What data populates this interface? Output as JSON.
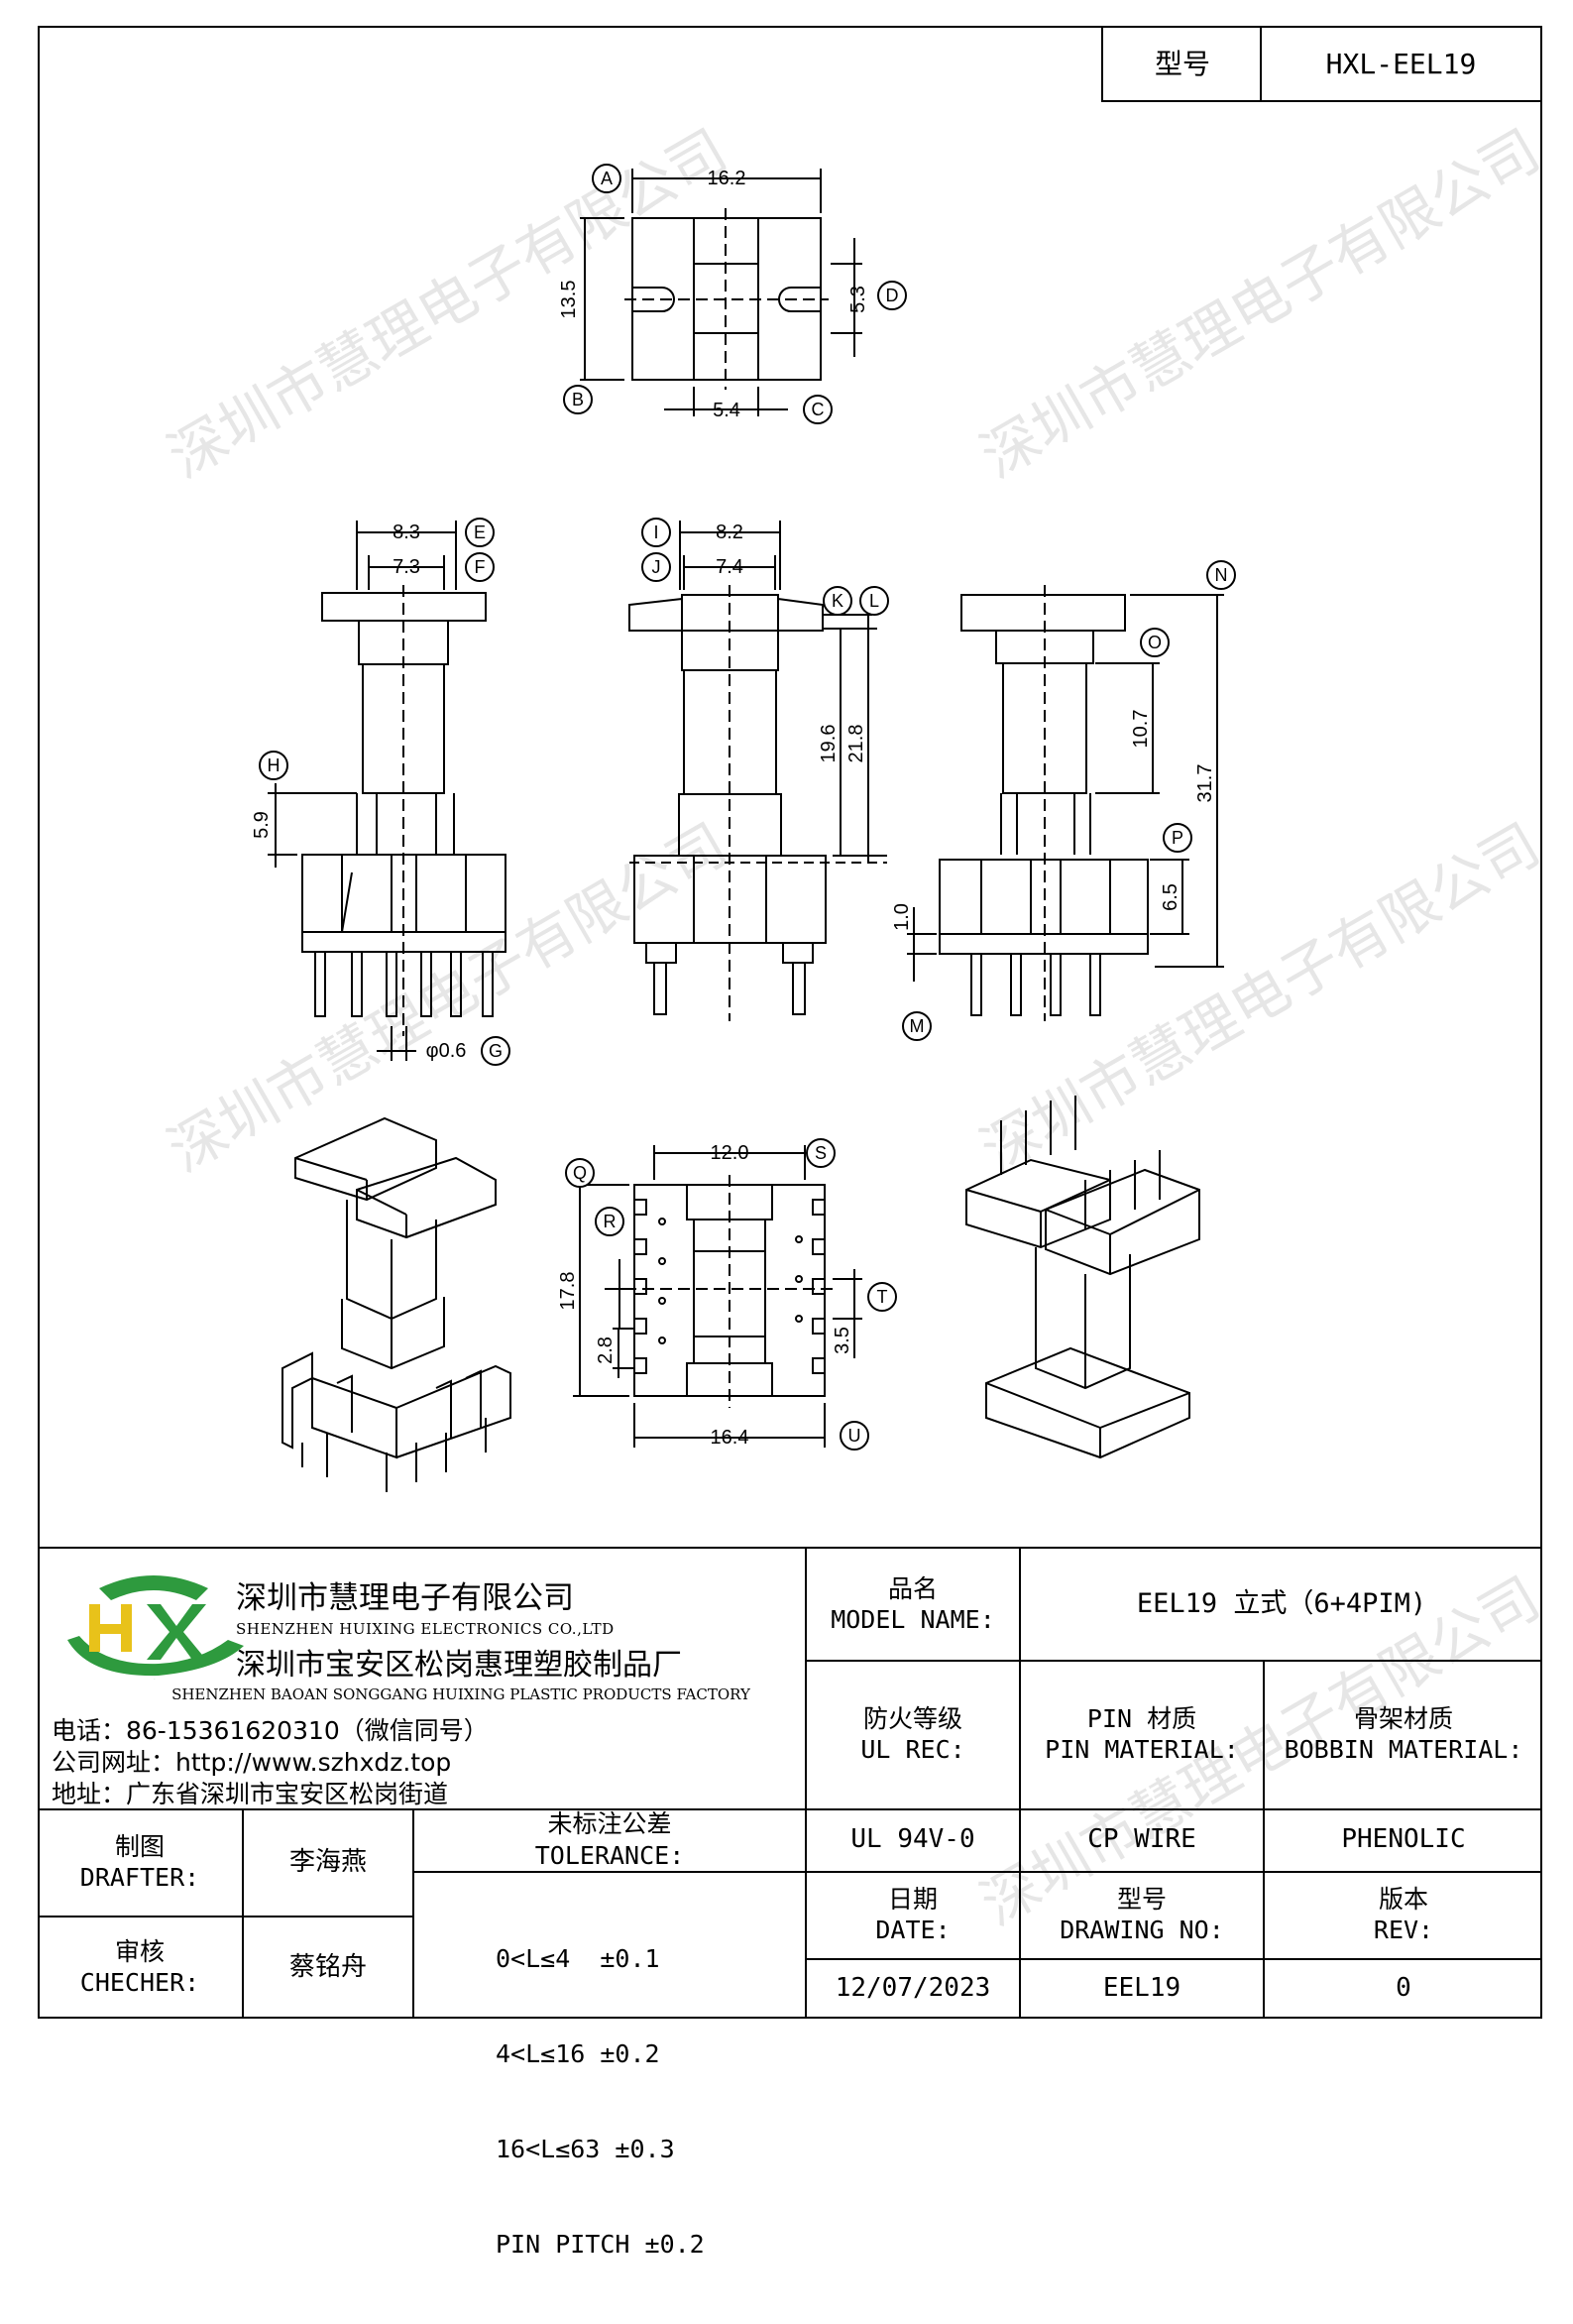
{
  "model_box": {
    "label": "型号",
    "value": "HXL-EEL19"
  },
  "watermark": "深圳市慧理电子有限公司",
  "drawing": {
    "top_view": {
      "callouts": [
        "A",
        "B",
        "C",
        "D"
      ],
      "dims": [
        "16.2",
        "13.5",
        "5.3",
        "5.4"
      ]
    },
    "front_view": {
      "callouts": [
        "E",
        "F",
        "H",
        "G"
      ],
      "dims": [
        "8.3",
        "7.3",
        "5.9",
        "φ0.6"
      ]
    },
    "side_view": {
      "callouts": [
        "I",
        "J",
        "K",
        "L"
      ],
      "dims": [
        "8.2",
        "7.4",
        "19.6",
        "21.8"
      ]
    },
    "right_view": {
      "callouts": [
        "N",
        "O",
        "P",
        "M"
      ],
      "dims": [
        "10.7",
        "31.7",
        "6.5",
        "1.0"
      ]
    },
    "bottom_view": {
      "callouts": [
        "Q",
        "R",
        "S",
        "T",
        "U"
      ],
      "dims": [
        "12.0",
        "17.8",
        "2.8",
        "3.5",
        "16.4"
      ]
    }
  },
  "company": {
    "name_cn": "深圳市慧理电子有限公司",
    "name_en": "SHENZHEN HUIXING ELECTRONICS CO.,LTD",
    "factory_cn": "深圳市宝安区松岗惠理塑胶制品厂",
    "factory_en": "SHENZHEN BAOAN SONGGANG HUIXING PLASTIC PRODUCTS FACTORY",
    "phone": "电话：86-15361620310（微信同号）",
    "website": "公司网址：http://www.szhxdz.top",
    "address": "地址：广东省深圳市宝安区松岗街道",
    "logo_text": "HX",
    "logo_colors": {
      "green": "#2e9a3e",
      "yellow": "#e8c21a"
    }
  },
  "title_block": {
    "model_name": {
      "label_cn": "品名",
      "label_en": "MODEL NAME:",
      "value": "EEL19 立式（6+4PIM)"
    },
    "ul_rec": {
      "label_cn": "防火等级",
      "label_en": "UL REC:",
      "value": "UL 94V-0"
    },
    "pin_material": {
      "label_cn": "PIN 材质",
      "label_en": "PIN MATERIAL:",
      "value": "CP WIRE"
    },
    "bobbin_material": {
      "label_cn": "骨架材质",
      "label_en": "BOBBIN MATERIAL:",
      "value": "PHENOLIC"
    },
    "drafter": {
      "label_cn": "制图",
      "label_en": "DRAFTER:",
      "value": "李海燕"
    },
    "checker": {
      "label_cn": "审核",
      "label_en": "CHECHER:",
      "value": "蔡铭舟"
    },
    "tolerance": {
      "label_cn": "未标注公差",
      "label_en": "TOLERANCE:",
      "lines": [
        "0<L≤4  ±0.1",
        "4<L≤16 ±0.2",
        "16<L≤63 ±0.3",
        "PIN PITCH ±0.2"
      ]
    },
    "date": {
      "label_cn": "日期",
      "label_en": "DATE:",
      "value": "12/07/2023"
    },
    "drawing_no": {
      "label_cn": "型号",
      "label_en": "DRAWING NO:",
      "value": "EEL19"
    },
    "rev": {
      "label_cn": "版本",
      "label_en": "REV:",
      "value": "0"
    }
  }
}
